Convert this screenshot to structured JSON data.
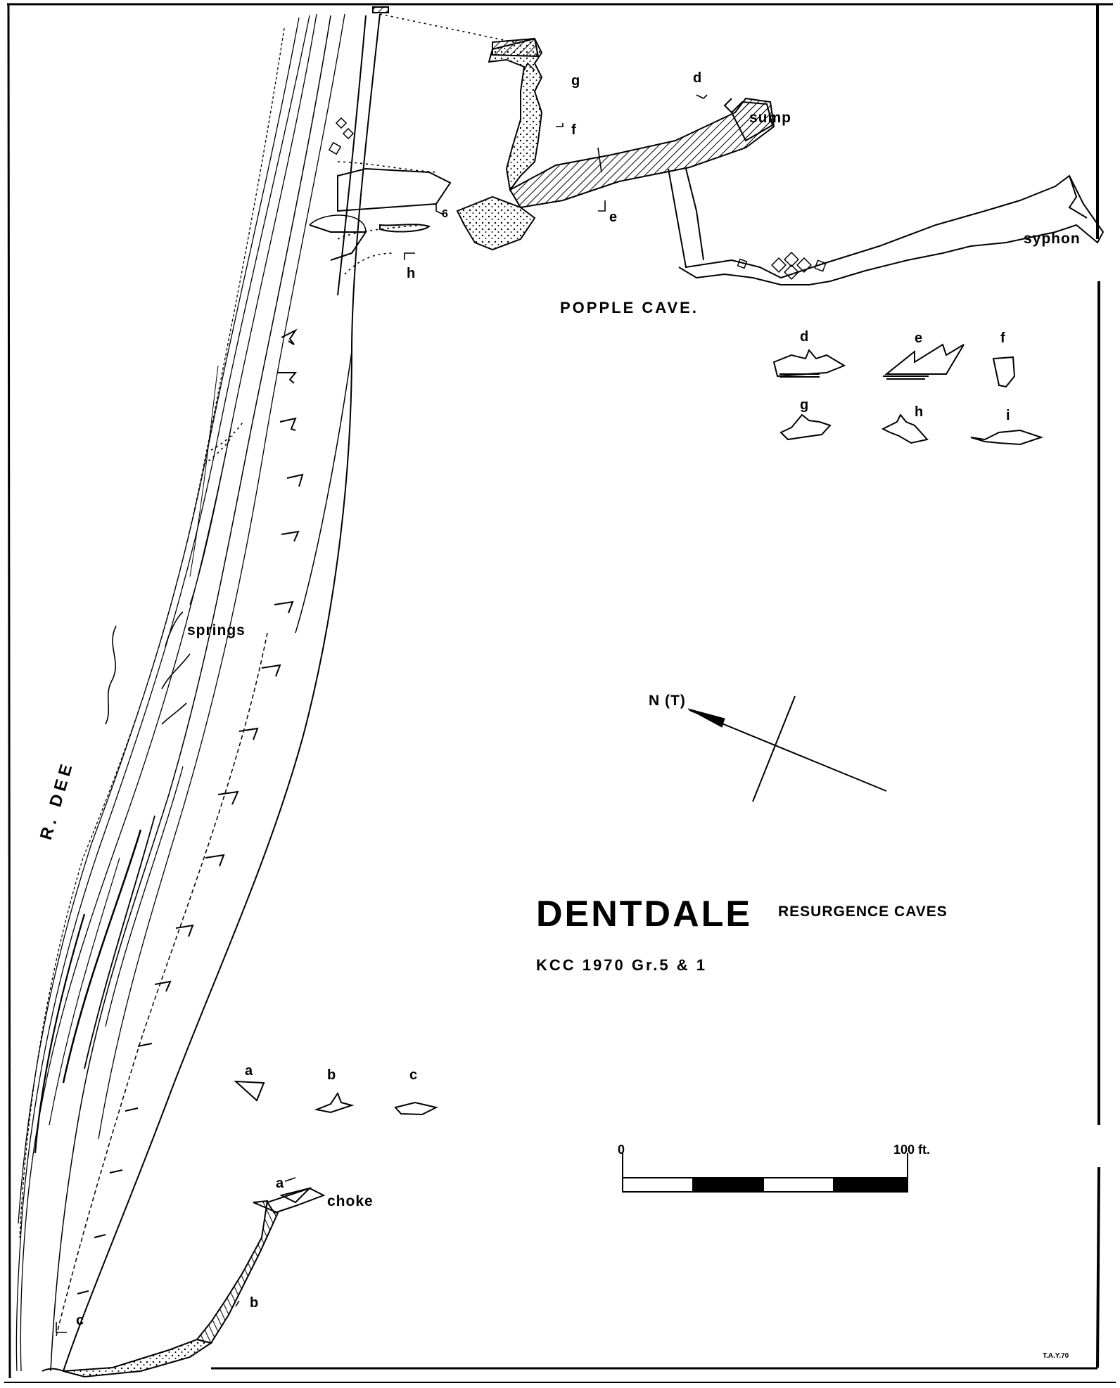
{
  "map": {
    "title": "DENTDALE",
    "subtitle": "RESURGENCE CAVES",
    "credit": "KCC 1970 Gr.5 & 1",
    "initials": "T.A.Y.70",
    "north_arrow": "N (T)",
    "cave_name": "POPPLE CAVE.",
    "river": "R. DEE",
    "features": {
      "sump": "sump",
      "syphon": "syphon",
      "springs": "springs",
      "choke": "choke"
    },
    "survey_station": "6",
    "cross_sections": {
      "d": "d",
      "e": "e",
      "f": "f",
      "g": "g",
      "h": "h",
      "i": "i",
      "a": "a",
      "b": "b",
      "c": "c"
    },
    "scale": {
      "start": "0",
      "end": "100 ft.",
      "segments": 4
    },
    "colors": {
      "ink": "#000000",
      "paper": "#ffffff"
    }
  }
}
